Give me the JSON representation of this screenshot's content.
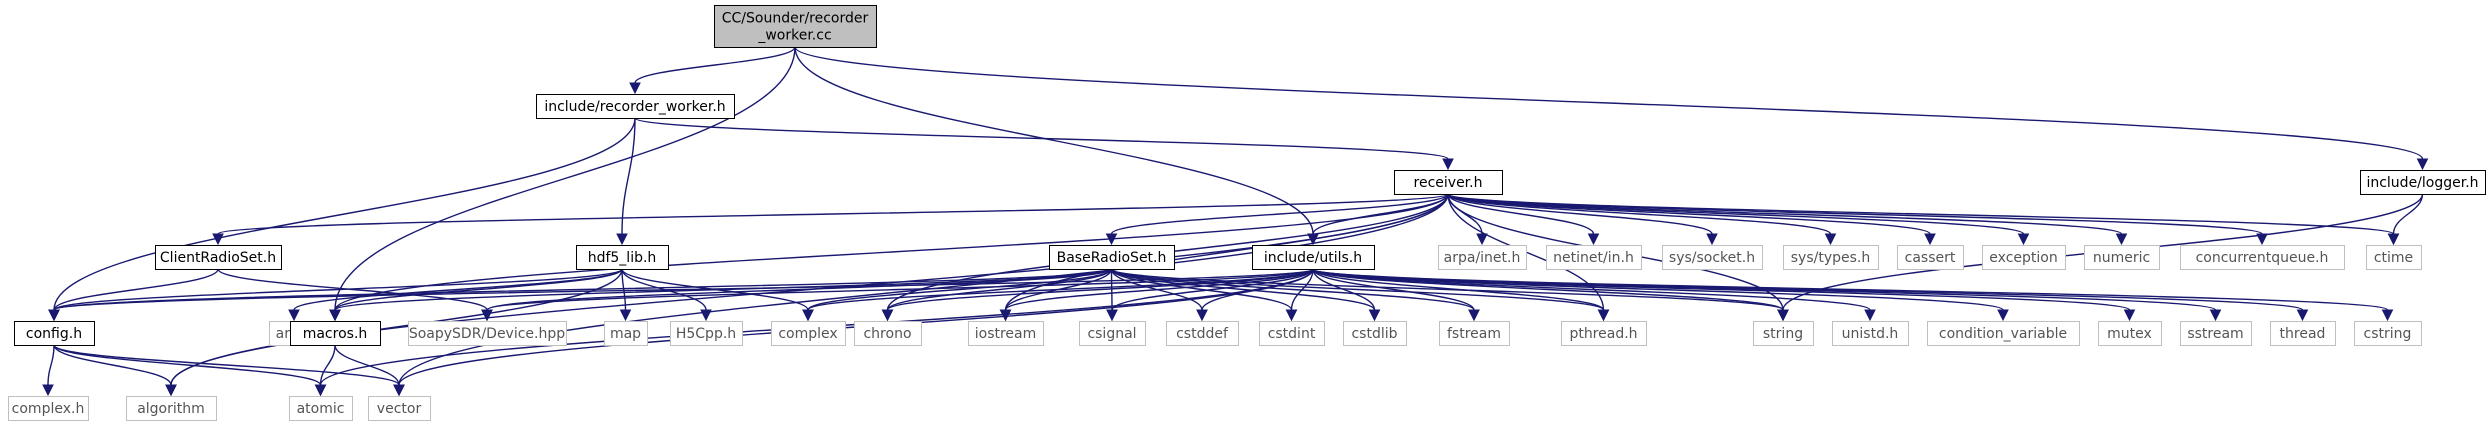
{
  "colors": {
    "edge": "#191970",
    "root_fill": "#bfbfbf",
    "root_border": "#000000",
    "project_border": "#000000",
    "system_border": "#bfbfbf",
    "system_text": "#555555",
    "project_text": "#000000"
  },
  "graph": {
    "nodes": [
      {
        "id": "root",
        "kind": "root",
        "lines": [
          "CC/Sounder/recorder",
          "_worker.cc"
        ]
      },
      {
        "id": "recorder_worker_h",
        "kind": "project",
        "lines": [
          "include/recorder_worker.h"
        ]
      },
      {
        "id": "logger_h",
        "kind": "project",
        "lines": [
          "include/logger.h"
        ]
      },
      {
        "id": "receiver_h",
        "kind": "project",
        "lines": [
          "receiver.h"
        ]
      },
      {
        "id": "ctime",
        "kind": "system",
        "lines": [
          "ctime"
        ]
      },
      {
        "id": "clientradioset_h",
        "kind": "project",
        "lines": [
          "ClientRadioSet.h"
        ]
      },
      {
        "id": "hdf5_lib_h",
        "kind": "project",
        "lines": [
          "hdf5_lib.h"
        ]
      },
      {
        "id": "baseradioset_h",
        "kind": "project",
        "lines": [
          "BaseRadioSet.h"
        ]
      },
      {
        "id": "utils_h",
        "kind": "project",
        "lines": [
          "include/utils.h"
        ]
      },
      {
        "id": "arpa_inet",
        "kind": "system",
        "lines": [
          "arpa/inet.h"
        ]
      },
      {
        "id": "netinet_in",
        "kind": "system",
        "lines": [
          "netinet/in.h"
        ]
      },
      {
        "id": "sys_socket",
        "kind": "system",
        "lines": [
          "sys/socket.h"
        ]
      },
      {
        "id": "sys_types",
        "kind": "system",
        "lines": [
          "sys/types.h"
        ]
      },
      {
        "id": "cassert",
        "kind": "system",
        "lines": [
          "cassert"
        ]
      },
      {
        "id": "exception",
        "kind": "system",
        "lines": [
          "exception"
        ]
      },
      {
        "id": "numeric",
        "kind": "system",
        "lines": [
          "numeric"
        ]
      },
      {
        "id": "concurrentqueue_h",
        "kind": "system",
        "lines": [
          "concurrentqueue.h"
        ]
      },
      {
        "id": "config_h",
        "kind": "project",
        "lines": [
          "config.h"
        ]
      },
      {
        "id": "array",
        "kind": "system",
        "lines": [
          "array"
        ]
      },
      {
        "id": "macros_h",
        "kind": "project",
        "lines": [
          "macros.h"
        ]
      },
      {
        "id": "soapysdr_device",
        "kind": "system",
        "lines": [
          "SoapySDR/Device.hpp"
        ]
      },
      {
        "id": "map",
        "kind": "system",
        "lines": [
          "map"
        ]
      },
      {
        "id": "h5cpp_h",
        "kind": "system",
        "lines": [
          "H5Cpp.h"
        ]
      },
      {
        "id": "complex",
        "kind": "system",
        "lines": [
          "complex"
        ]
      },
      {
        "id": "chrono",
        "kind": "system",
        "lines": [
          "chrono"
        ]
      },
      {
        "id": "iostream",
        "kind": "system",
        "lines": [
          "iostream"
        ]
      },
      {
        "id": "csignal",
        "kind": "system",
        "lines": [
          "csignal"
        ]
      },
      {
        "id": "cstddef",
        "kind": "system",
        "lines": [
          "cstddef"
        ]
      },
      {
        "id": "cstdint",
        "kind": "system",
        "lines": [
          "cstdint"
        ]
      },
      {
        "id": "cstdlib",
        "kind": "system",
        "lines": [
          "cstdlib"
        ]
      },
      {
        "id": "fstream",
        "kind": "system",
        "lines": [
          "fstream"
        ]
      },
      {
        "id": "pthread_h",
        "kind": "system",
        "lines": [
          "pthread.h"
        ]
      },
      {
        "id": "string",
        "kind": "system",
        "lines": [
          "string"
        ]
      },
      {
        "id": "unistd_h",
        "kind": "system",
        "lines": [
          "unistd.h"
        ]
      },
      {
        "id": "condition_variable",
        "kind": "system",
        "lines": [
          "condition_variable"
        ]
      },
      {
        "id": "mutex",
        "kind": "system",
        "lines": [
          "mutex"
        ]
      },
      {
        "id": "sstream",
        "kind": "system",
        "lines": [
          "sstream"
        ]
      },
      {
        "id": "thread",
        "kind": "system",
        "lines": [
          "thread"
        ]
      },
      {
        "id": "cstring",
        "kind": "system",
        "lines": [
          "cstring"
        ]
      },
      {
        "id": "complex_h",
        "kind": "system",
        "lines": [
          "complex.h"
        ]
      },
      {
        "id": "algorithm",
        "kind": "system",
        "lines": [
          "algorithm"
        ]
      },
      {
        "id": "atomic",
        "kind": "system",
        "lines": [
          "atomic"
        ]
      },
      {
        "id": "vector",
        "kind": "system",
        "lines": [
          "vector"
        ]
      }
    ],
    "edges": [
      [
        "root",
        "recorder_worker_h"
      ],
      [
        "root",
        "logger_h"
      ],
      [
        "root",
        "macros_h"
      ],
      [
        "root",
        "utils_h"
      ],
      [
        "recorder_worker_h",
        "config_h"
      ],
      [
        "recorder_worker_h",
        "hdf5_lib_h"
      ],
      [
        "recorder_worker_h",
        "receiver_h"
      ],
      [
        "logger_h",
        "ctime"
      ],
      [
        "logger_h",
        "string"
      ],
      [
        "receiver_h",
        "clientradioset_h"
      ],
      [
        "receiver_h",
        "baseradioset_h"
      ],
      [
        "receiver_h",
        "utils_h"
      ],
      [
        "receiver_h",
        "arpa_inet"
      ],
      [
        "receiver_h",
        "netinet_in"
      ],
      [
        "receiver_h",
        "sys_socket"
      ],
      [
        "receiver_h",
        "sys_types"
      ],
      [
        "receiver_h",
        "cassert"
      ],
      [
        "receiver_h",
        "exception"
      ],
      [
        "receiver_h",
        "numeric"
      ],
      [
        "receiver_h",
        "concurrentqueue_h"
      ],
      [
        "receiver_h",
        "ctime"
      ],
      [
        "receiver_h",
        "algorithm"
      ],
      [
        "receiver_h",
        "chrono"
      ],
      [
        "receiver_h",
        "iostream"
      ],
      [
        "receiver_h",
        "macros_h"
      ],
      [
        "receiver_h",
        "string"
      ],
      [
        "receiver_h",
        "vector"
      ],
      [
        "receiver_h",
        "pthread_h"
      ],
      [
        "clientradioset_h",
        "config_h"
      ],
      [
        "clientradioset_h",
        "soapysdr_device"
      ],
      [
        "hdf5_lib_h",
        "array"
      ],
      [
        "hdf5_lib_h",
        "macros_h"
      ],
      [
        "hdf5_lib_h",
        "h5cpp_h"
      ],
      [
        "hdf5_lib_h",
        "map"
      ],
      [
        "hdf5_lib_h",
        "complex"
      ],
      [
        "hdf5_lib_h",
        "algorithm"
      ],
      [
        "hdf5_lib_h",
        "config_h"
      ],
      [
        "baseradioset_h",
        "config_h"
      ],
      [
        "baseradioset_h",
        "soapysdr_device"
      ],
      [
        "baseradioset_h",
        "complex"
      ],
      [
        "baseradioset_h",
        "chrono"
      ],
      [
        "baseradioset_h",
        "iostream"
      ],
      [
        "baseradioset_h",
        "csignal"
      ],
      [
        "baseradioset_h",
        "cstddef"
      ],
      [
        "baseradioset_h",
        "cstdint"
      ],
      [
        "baseradioset_h",
        "cstdlib"
      ],
      [
        "baseradioset_h",
        "fstream"
      ],
      [
        "baseradioset_h",
        "pthread_h"
      ],
      [
        "baseradioset_h",
        "string"
      ],
      [
        "baseradioset_h",
        "macros_h"
      ],
      [
        "utils_h",
        "complex"
      ],
      [
        "utils_h",
        "chrono"
      ],
      [
        "utils_h",
        "iostream"
      ],
      [
        "utils_h",
        "csignal"
      ],
      [
        "utils_h",
        "cstddef"
      ],
      [
        "utils_h",
        "cstdint"
      ],
      [
        "utils_h",
        "cstdlib"
      ],
      [
        "utils_h",
        "fstream"
      ],
      [
        "utils_h",
        "pthread_h"
      ],
      [
        "utils_h",
        "string"
      ],
      [
        "utils_h",
        "unistd_h"
      ],
      [
        "utils_h",
        "condition_variable"
      ],
      [
        "utils_h",
        "mutex"
      ],
      [
        "utils_h",
        "sstream"
      ],
      [
        "utils_h",
        "thread"
      ],
      [
        "utils_h",
        "cstring"
      ],
      [
        "utils_h",
        "atomic"
      ],
      [
        "utils_h",
        "vector"
      ],
      [
        "utils_h",
        "config_h"
      ],
      [
        "utils_h",
        "soapysdr_device"
      ],
      [
        "config_h",
        "complex_h"
      ],
      [
        "config_h",
        "algorithm"
      ],
      [
        "config_h",
        "atomic"
      ],
      [
        "config_h",
        "vector"
      ],
      [
        "macros_h",
        "atomic"
      ],
      [
        "macros_h",
        "vector"
      ]
    ]
  }
}
